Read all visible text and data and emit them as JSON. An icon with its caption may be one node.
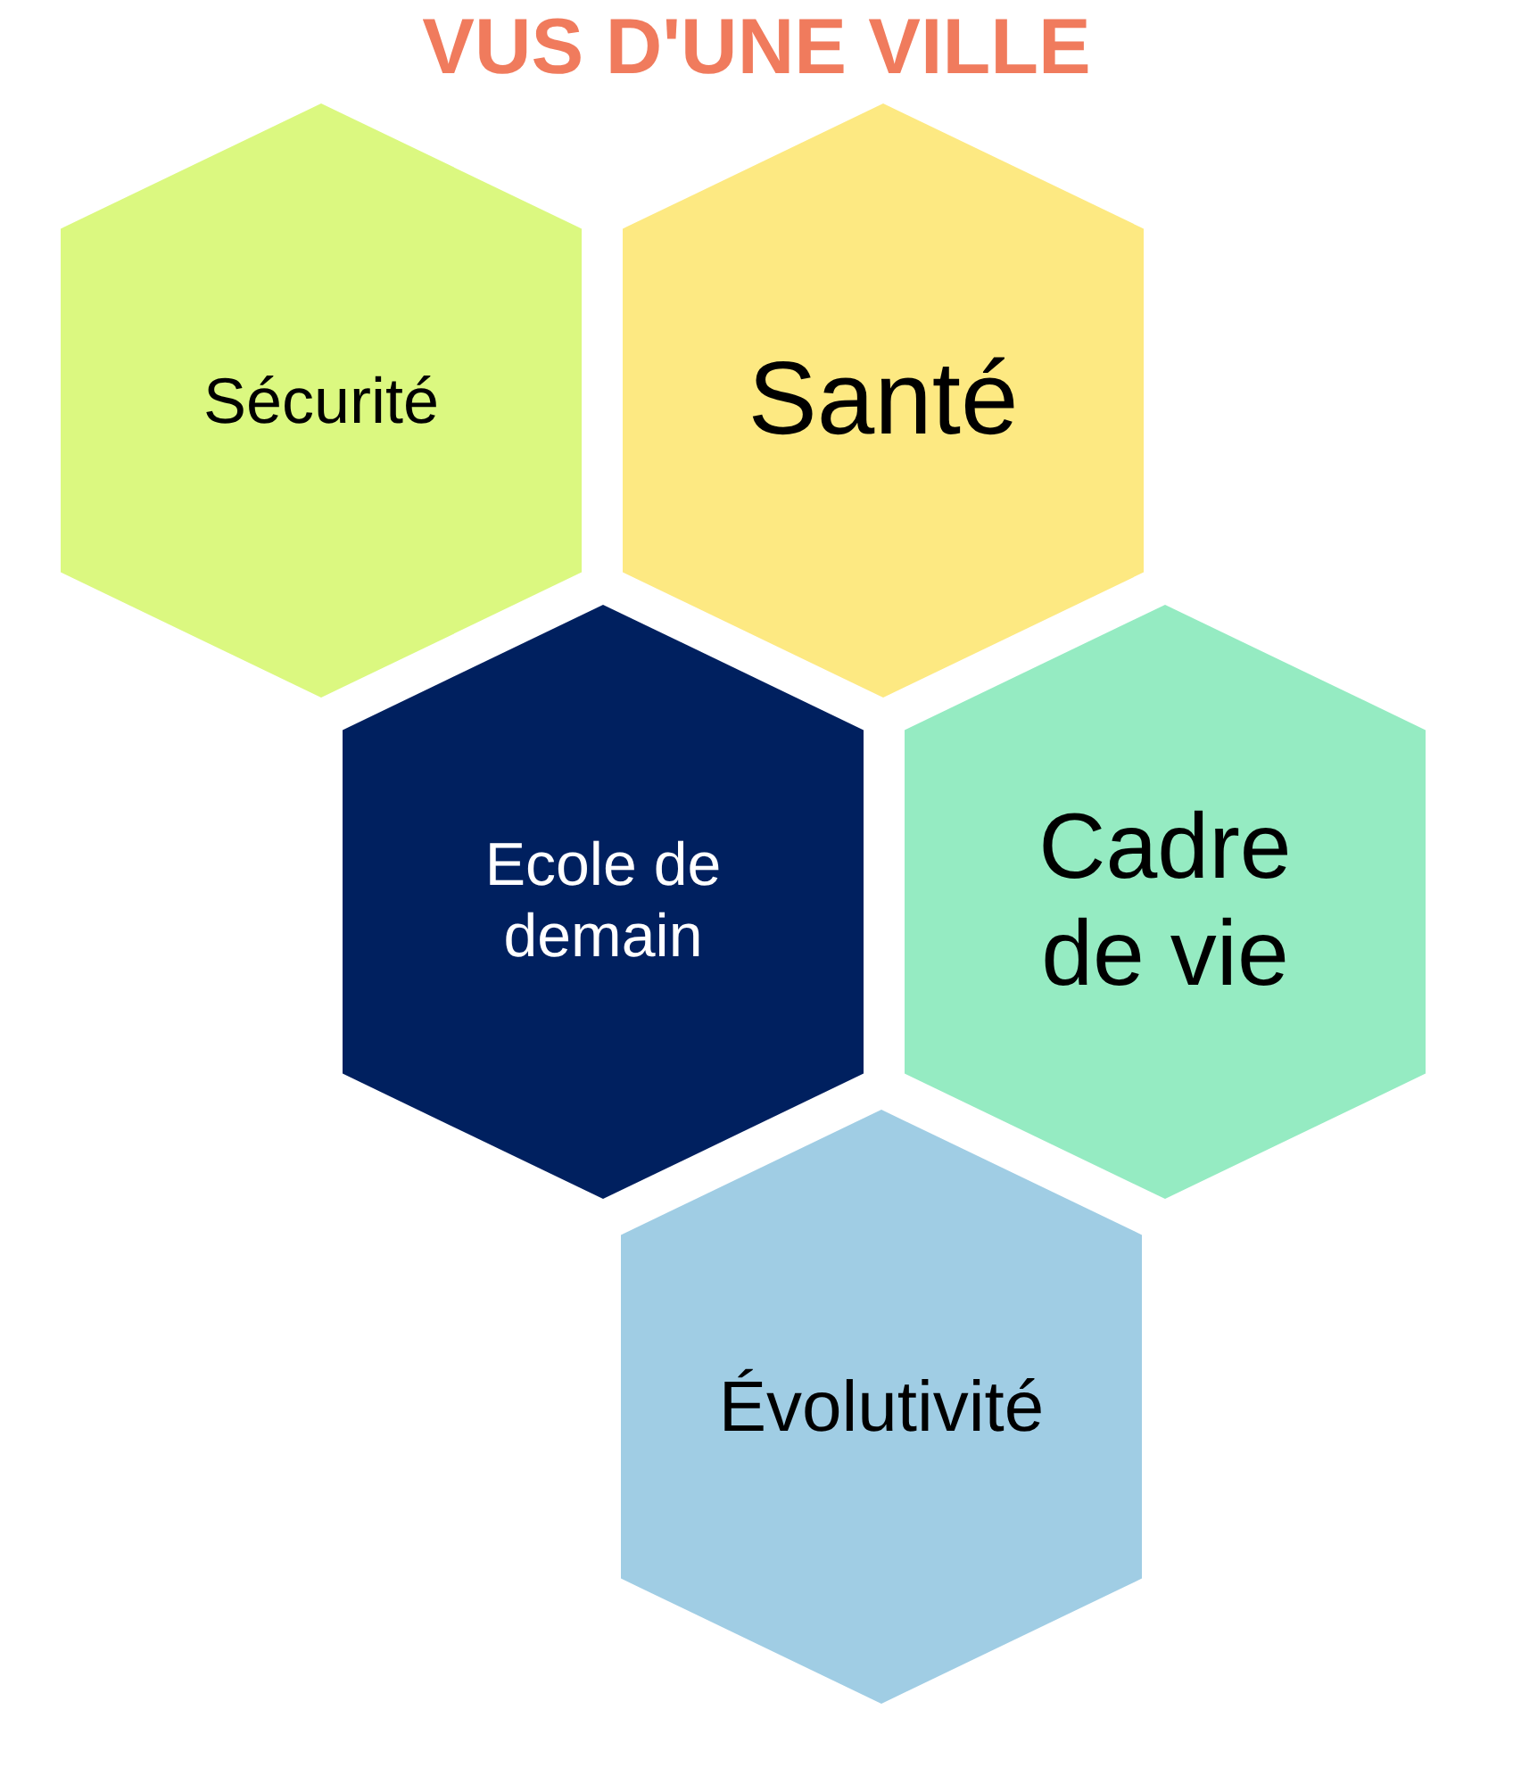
{
  "diagram": {
    "title": "VUS D'UNE VILLE",
    "nodes": [
      {
        "text": [
          "Sécurité"
        ]
      },
      {
        "text": [
          "Santé"
        ]
      },
      {
        "text": [
          "Ecole de demain"
        ]
      },
      {
        "text": [
          "Cadre de vie"
        ]
      },
      {
        "text": [
          "Évolutivité"
        ]
      }
    ],
    "edges": []
  }
}
